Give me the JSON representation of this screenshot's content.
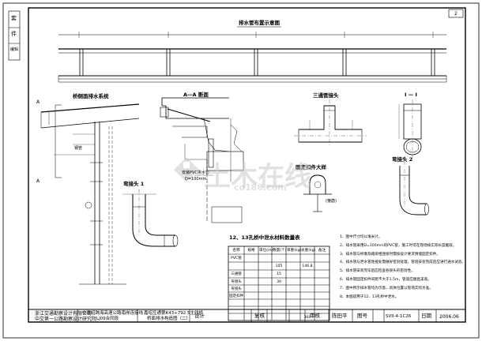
{
  "side_stamp": {
    "top": "套",
    "mid": "件",
    "bottom": "编辑"
  },
  "sheet_no": "2",
  "views": {
    "elevation_title": "排水管布置示意图",
    "section_main_title": "A—A 断面",
    "left_title": "桥侧面排水系统",
    "label_A_upper": "A",
    "label_A_lower": "A",
    "detail1_title": "弯接头 1",
    "detail2_title": "弯接头 2",
    "tee_title": "三通管接头",
    "section_I_title": "I — I",
    "clamp_title": "固定扣件大样",
    "clamp_note": "(箍筋)",
    "pipe_tag": "钢管",
    "section_note1": "安装PVC排水管",
    "section_note2": "D=100mm"
  },
  "watermark": {
    "brand": "土木在线",
    "site": "co188.com"
  },
  "material_table": {
    "title": "12、13孔桥中泄水材料数量表",
    "headers": [
      "名称",
      "规格",
      "单位(m)",
      "数量(个)",
      "单重(kg)",
      "总重(kg)",
      "备注"
    ],
    "rows": [
      [
        "PVC管",
        "",
        "",
        "",
        "",
        "",
        ""
      ],
      [
        "",
        "",
        "",
        "105",
        "",
        "146.8",
        ""
      ],
      [
        "三通管",
        "",
        "",
        "15",
        "",
        "",
        ""
      ],
      [
        "弯接头",
        "",
        "",
        "30",
        "",
        "",
        ""
      ],
      [
        "弯接头",
        "",
        "",
        "",
        "",
        "",
        ""
      ],
      [
        "固定扣件",
        "",
        "",
        "",
        "",
        "",
        ""
      ],
      [
        "",
        "",
        "",
        "",
        "",
        "",
        ""
      ],
      [
        "",
        "",
        "",
        "",
        "",
        "",
        ""
      ],
      [
        "",
        "",
        "",
        "",
        "",
        "360",
        ""
      ]
    ]
  },
  "notes": [
    "1、图中尺寸均以毫米计。",
    "2、排水管采用D=100mm的PVC管，施工时可在现场按实际长度截取。",
    "3、排水管与桥墩及箱梁相连接时需按设计要求预埋固定扣件。",
    "4、排水管与泄水管连接处需做好密封处理，管道安装完成后应进行通水试验。",
    "5、排水管安装完毕后应检查各接头的密封性。",
    "6、排水管固定扣件间距不大于1.5m，管道应顺直美观。",
    "7、图中所示排水管均为示意，具体位置以现场实际为准。",
    "8、本图适用于12、13孔桥中泄水。"
  ],
  "title_block": {
    "institute_line1": "浙江交通勘察设计有限公司",
    "institute_line2": "中交第一公路勘察设计研究院",
    "project_line1": "中嘉绍跨海高速公路南岸连接线",
    "project_line2": "LJ09合同段",
    "drawing_line1": "嘉绍互通第K43+792.5主线桥",
    "drawing_line2": "桥面排水构造图（二）",
    "design_label": "设计",
    "review_label": "复核",
    "approve_label": "审核",
    "approver": "陈田平",
    "drawing_no_label": "图号",
    "drawing_no": "SVII-4-1C26",
    "date_label": "日期",
    "date": "2006.06"
  }
}
